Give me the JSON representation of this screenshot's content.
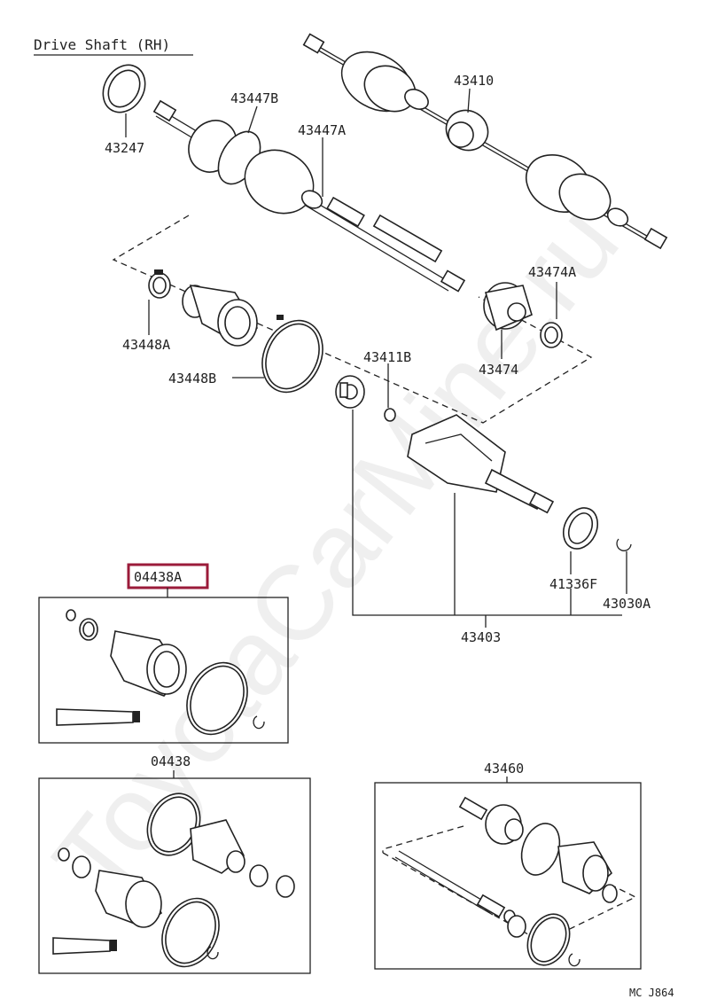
{
  "title": "Drive Shaft (RH)",
  "watermark": "ToyotaCarMine.ru",
  "footer_code": "MC J864",
  "highlight_color": "#9b1b3a",
  "parts": {
    "p43410": "43410",
    "p43447B": "43447B",
    "p43447A": "43447A",
    "p43247": "43247",
    "p43448A": "43448A",
    "p43448B": "43448B",
    "p43474A": "43474A",
    "p43474": "43474",
    "p43411B": "43411B",
    "p41336F": "41336F",
    "p43030A": "43030A",
    "p43403": "43403",
    "p04438A": "04438A",
    "p04438": "04438",
    "p43460": "43460"
  }
}
